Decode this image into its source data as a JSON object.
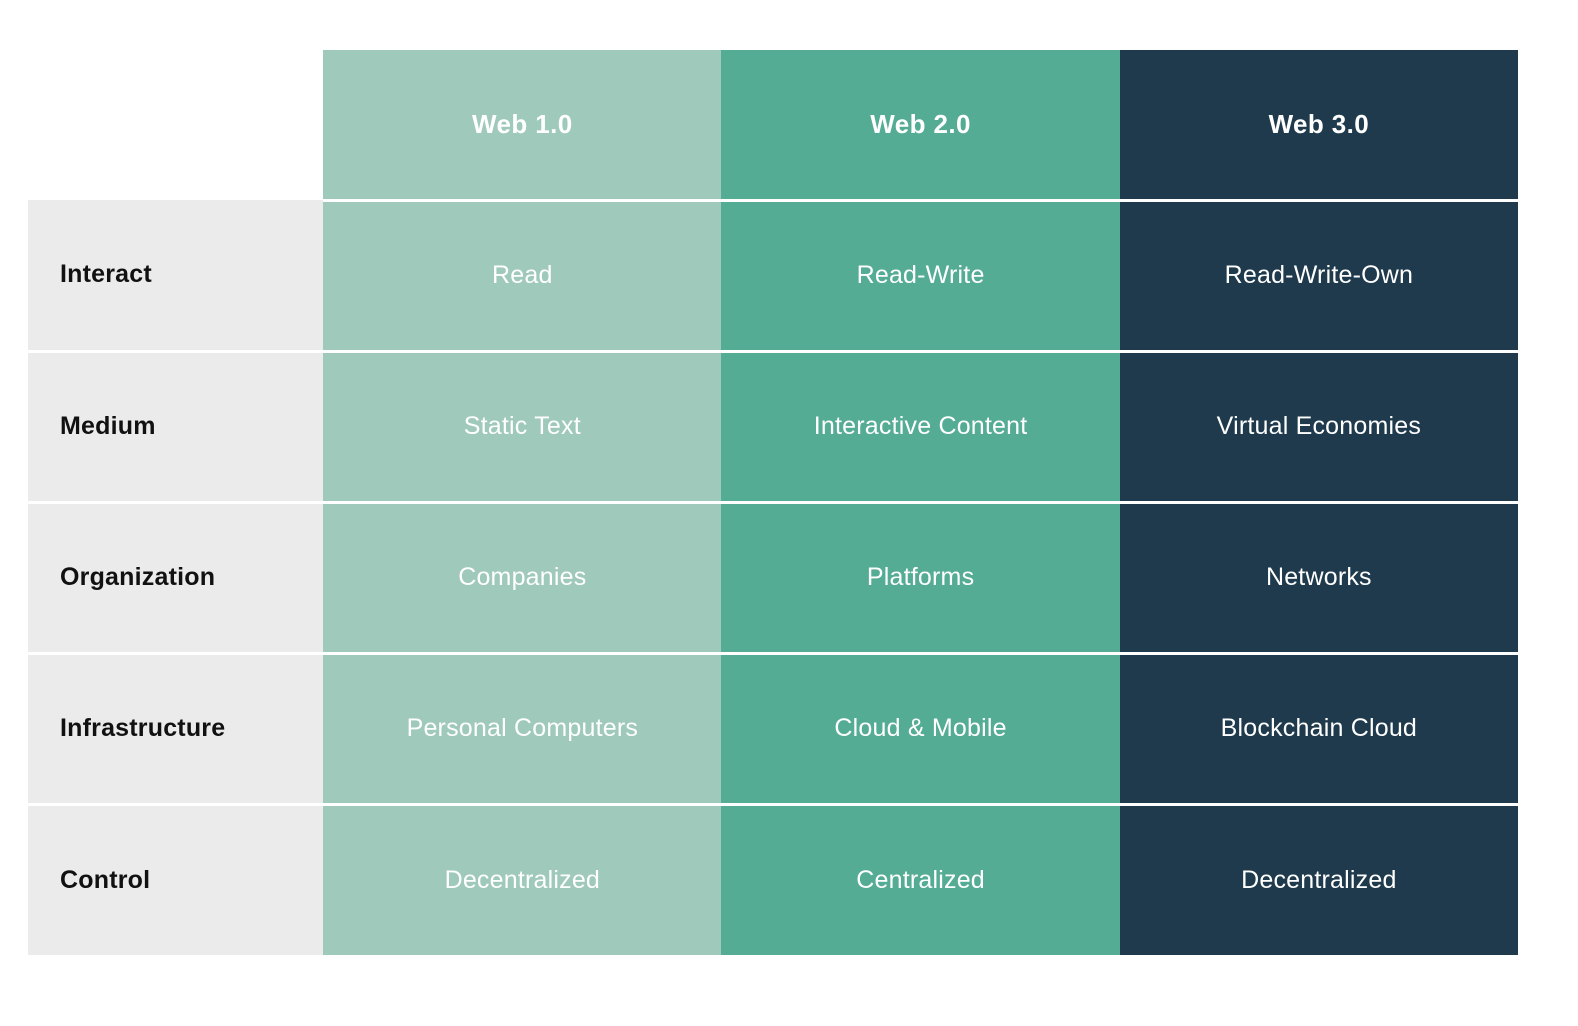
{
  "table": {
    "corner_label": "",
    "column_headers": [
      "Web 1.0",
      "Web 2.0",
      "Web 3.0"
    ],
    "row_labels": [
      "Interact",
      "Medium",
      "Organization",
      "Infrastructure",
      "Control"
    ],
    "rows": [
      {
        "label": "Interact",
        "cells": [
          "Read",
          "Read-Write",
          "Read-Write-Own"
        ]
      },
      {
        "label": "Medium",
        "cells": [
          "Static Text",
          "Interactive Content",
          "Virtual Economies"
        ]
      },
      {
        "label": "Organization",
        "cells": [
          "Companies",
          "Platforms",
          "Networks"
        ]
      },
      {
        "label": "Infrastructure",
        "cells": [
          "Personal Computers",
          "Cloud & Mobile",
          "Blockchain Cloud"
        ]
      },
      {
        "label": "Control",
        "cells": [
          "Decentralized",
          "Centralized",
          "Decentralized"
        ]
      }
    ]
  },
  "colors": {
    "web1": "#9fc9bb",
    "web2": "#55ac94",
    "web3": "#1e3a4c",
    "label_column": "#ebebeb",
    "page_background": "#ffffff",
    "header_text": "#ffffff",
    "cell_text": "#ffffff",
    "label_text": "#111111",
    "divider": "#ffffff"
  },
  "chart_data": {
    "type": "table",
    "title": "",
    "columns": [
      "",
      "Web 1.0",
      "Web 2.0",
      "Web 3.0"
    ],
    "rows": [
      [
        "Interact",
        "Read",
        "Read-Write",
        "Read-Write-Own"
      ],
      [
        "Medium",
        "Static Text",
        "Interactive Content",
        "Virtual Economies"
      ],
      [
        "Organization",
        "Companies",
        "Platforms",
        "Networks"
      ],
      [
        "Infrastructure",
        "Personal Computers",
        "Cloud & Mobile",
        "Blockchain Cloud"
      ],
      [
        "Control",
        "Decentralized",
        "Centralized",
        "Decentralized"
      ]
    ],
    "column_colors": [
      "#ebebeb",
      "#9fc9bb",
      "#55ac94",
      "#1e3a4c"
    ],
    "legend": [],
    "grid": true
  }
}
